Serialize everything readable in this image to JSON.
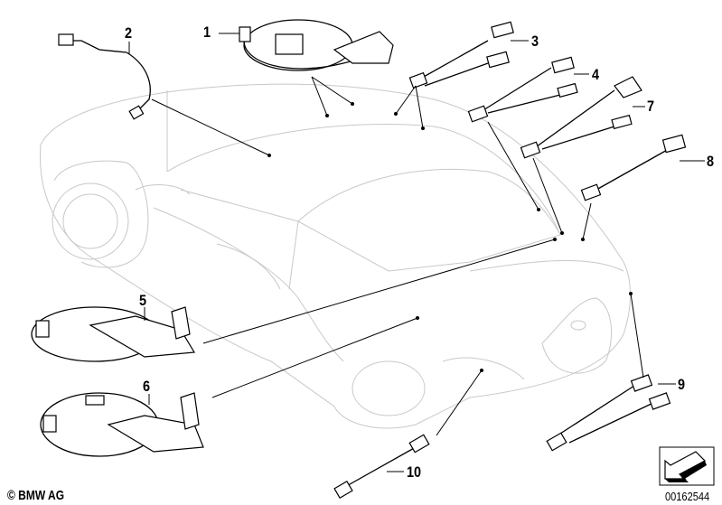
{
  "labels": [
    "1",
    "2",
    "3",
    "4",
    "5",
    "6",
    "7",
    "8",
    "9",
    "10"
  ],
  "copyright": "© BMW AG",
  "diagram_code": "00162544",
  "icon": "arrow-nav-icon"
}
